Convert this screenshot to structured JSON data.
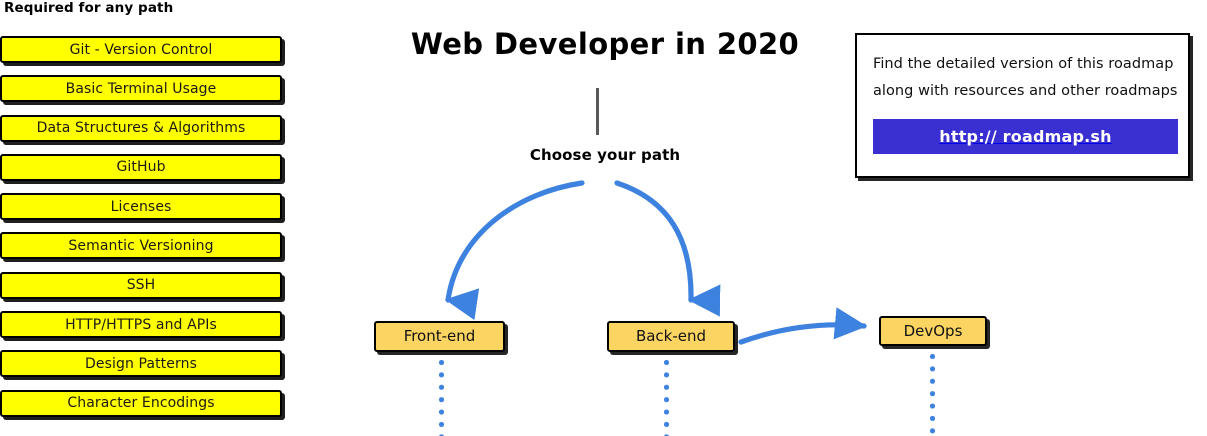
{
  "required_section": {
    "heading": "Required for any path",
    "items": [
      {
        "label": "Git - Version Control"
      },
      {
        "label": "Basic Terminal Usage"
      },
      {
        "label": "Data Structures & Algorithms"
      },
      {
        "label": "GitHub"
      },
      {
        "label": "Licenses"
      },
      {
        "label": "Semantic Versioning"
      },
      {
        "label": "SSH"
      },
      {
        "label": "HTTP/HTTPS and APIs"
      },
      {
        "label": "Design Patterns"
      },
      {
        "label": "Character Encodings"
      }
    ]
  },
  "roadmap": {
    "title": "Web Developer in 2020",
    "choose_path_label": "Choose your path",
    "nodes": [
      {
        "label": "Front-end"
      },
      {
        "label": "Back-end"
      },
      {
        "label": "DevOps"
      }
    ]
  },
  "info_card": {
    "line1": "Find the detailed version of this roadmap",
    "line2": "along with resources and other roadmaps",
    "button_label": "http:// roadmap.sh"
  },
  "colors": {
    "required_box_fill": "#ffff00",
    "path_node_fill": "#fcd462",
    "arrow_blue": "#3e82e0",
    "link_button_bg": "#3a2fd0",
    "outline": "#000000",
    "trunk_line": "#595959"
  }
}
